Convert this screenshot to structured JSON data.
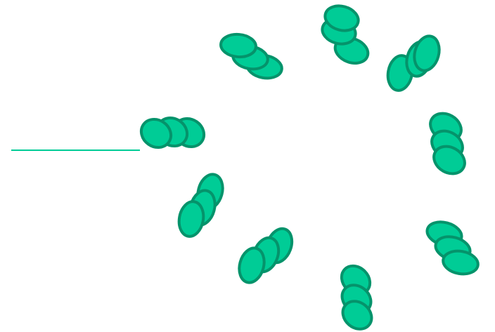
{
  "colors": {
    "background": "#ffffff",
    "fill": "#00cc96",
    "stroke": "#05936b",
    "line": "#00cc96"
  },
  "figure": {
    "shape": "ellipse",
    "cluster_count": 9,
    "ellipses_per_cluster": 3
  }
}
